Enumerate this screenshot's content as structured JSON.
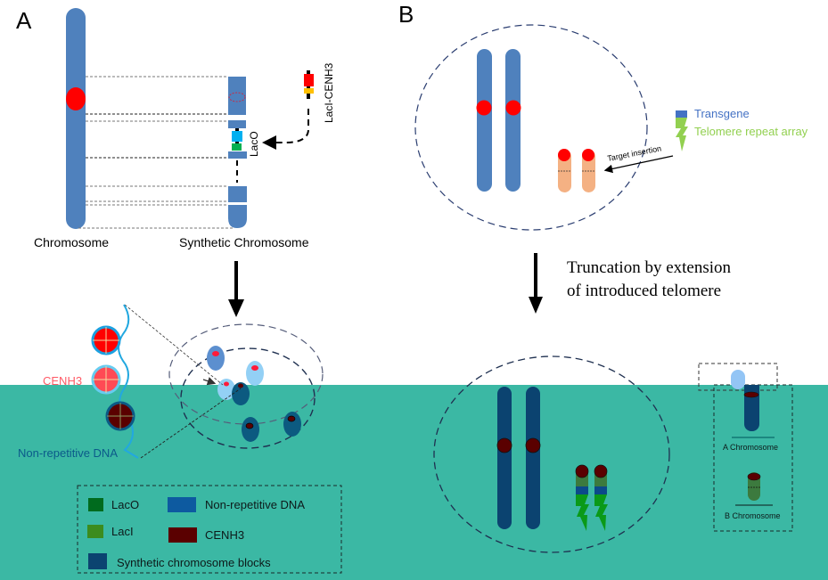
{
  "panel_a": {
    "letter": "A",
    "chromosome_label": "Chromosome",
    "synthetic_chromosome_label": "Synthetic Chromosome",
    "laco_label": "LacO",
    "laci_cenh3_label": "LacI-CENH3",
    "cenh3_label": "CENH3",
    "non_repetitive_dna_label": "Non-repetitive DNA",
    "legend": {
      "items": [
        {
          "label": "LacO",
          "color": "#006b1e"
        },
        {
          "label": "Non-repetitive DNA",
          "color": "#0d5aa0"
        },
        {
          "label": "LacI",
          "color": "#3c8c1e"
        },
        {
          "label": "CENH3",
          "color": "#5a0000"
        },
        {
          "label": "Synthetic chromosome blocks",
          "color": "#0b4370"
        }
      ]
    }
  },
  "panel_b": {
    "letter": "B",
    "transgene_label": "Transgene",
    "telomere_label": "Telomere repeat array",
    "target_insertion_label": "Target insertion",
    "truncation_line1": "Truncation by extension",
    "truncation_line2": "of introduced telomere",
    "a_chromosome_label": "A Chromosome",
    "b_chromosome_label": "B Chromosome"
  },
  "colors": {
    "chromosome_blue": "#4f81bd",
    "centromere_red": "#ff0000",
    "teal_background": "#3bb8a4",
    "dark_chromosome": "#0b4370",
    "dark_centromere": "#5a0000",
    "transgene_blue": "#4472c4",
    "telomere_green": "#92d050",
    "b_chrom_peach": "#f4b183"
  }
}
